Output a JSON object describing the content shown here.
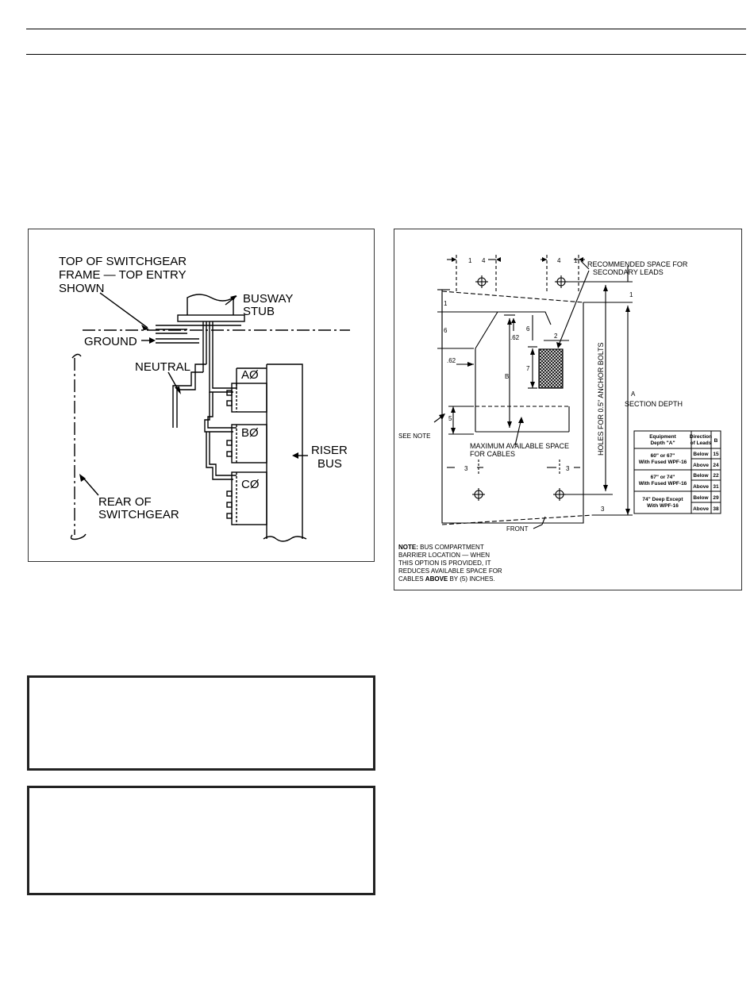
{
  "left_figure": {
    "label_top_line1": "TOP OF SWITCHGEAR",
    "label_top_line2": "FRAME — TOP ENTRY",
    "label_top_line3": "SHOWN",
    "label_busway_line1": "BUSWAY",
    "label_busway_line2": "STUB",
    "label_ground": "GROUND",
    "label_neutral": "NEUTRAL",
    "label_phase_a": "AØ",
    "label_phase_b": "BØ",
    "label_phase_c": "CØ",
    "label_riser_line1": "RISER",
    "label_riser_line2": "BUS",
    "label_rear_line1": "REAR OF",
    "label_rear_line2": "SWITCHGEAR"
  },
  "right_figure": {
    "dims": {
      "d1": "1",
      "d4a": "4",
      "d4b": "4",
      "d1b": "1",
      "d1c": "1",
      "d6": "6",
      "d62a": ".62",
      "d6b": "6",
      "d2": "2",
      "d62b": ".62",
      "d7": "7",
      "dB": "B",
      "d5": "5",
      "d3a": "3",
      "d3b": "3",
      "d3c": "3",
      "d1d": "1",
      "dA": "A"
    },
    "label_recommended_line1": "RECOMMENDED SPACE FOR",
    "label_recommended_line2": "SECONDARY LEADS",
    "label_section_depth": "SECTION DEPTH",
    "label_holes": "HOLES FOR 0.5\" ANCHOR BOLTS",
    "label_see_note": "SEE NOTE",
    "label_max_line1": "MAXIMUM AVAILABLE SPACE",
    "label_max_line2": "FOR CABLES",
    "label_front": "FRONT",
    "note_bold": "NOTE:",
    "note_line1": " BUS COMPARTMENT",
    "note_line2": "BARRIER LOCATION — WHEN",
    "note_line3": "THIS OPTION IS PROVIDED, IT",
    "note_line4": "REDUCES AVAILABLE SPACE FOR",
    "note_line5a": "CABLES ",
    "note_line5b": "ABOVE",
    "note_line5c": " BY (5) INCHES.",
    "table": {
      "header_col1_line1": "Equipment",
      "header_col1_line2": "Depth \"A\"",
      "header_col2_line1": "Direction",
      "header_col2_line2": "of Leads",
      "header_col3": "B",
      "rows": [
        {
          "depth_line1": "60\" or 67\"",
          "depth_line2": "With Fused WPF-16",
          "below": "Below",
          "below_val": "15",
          "above": "Above",
          "above_val": "24"
        },
        {
          "depth_line1": "67\" or 74\"",
          "depth_line2": "With Fused WPF-16",
          "below": "Below",
          "below_val": "22",
          "above": "Above",
          "above_val": "31"
        },
        {
          "depth_line1": "74\" Deep Except",
          "depth_line2": "With WPF-16",
          "below": "Below",
          "below_val": "29",
          "above": "Above",
          "above_val": "38"
        }
      ]
    }
  }
}
